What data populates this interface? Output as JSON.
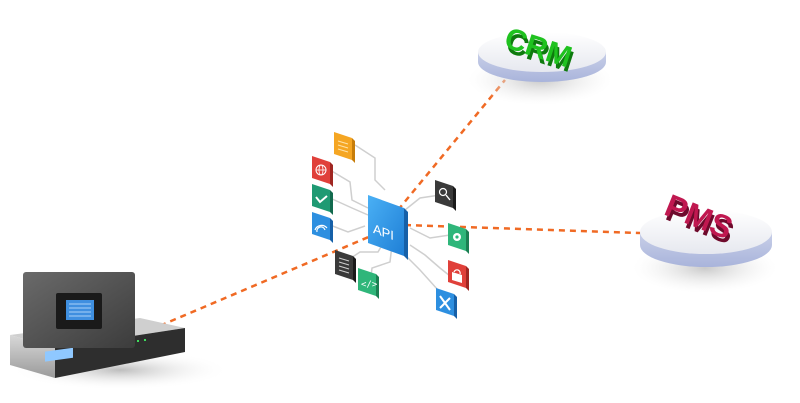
{
  "diagram": {
    "hub": {
      "label": "API",
      "color": "#2d8fe0"
    },
    "nodes": [
      {
        "id": "crm",
        "label": "CRM",
        "color": "#1fc21f",
        "shadow": "#0e7a0e"
      },
      {
        "id": "pms",
        "label": "PMS",
        "color": "#c01850",
        "shadow": "#6e0a2c"
      }
    ],
    "device": {
      "name": "IP PBX appliance"
    },
    "connector_color": "#f06a24",
    "icons": [
      {
        "name": "document-icon",
        "color": "#f5a623"
      },
      {
        "name": "globe-icon",
        "color": "#e0403a"
      },
      {
        "name": "check-icon",
        "color": "#1f9a73"
      },
      {
        "name": "wifi-icon",
        "color": "#2d8fe0"
      },
      {
        "name": "list-icon",
        "color": "#3a3a3a"
      },
      {
        "name": "code-icon",
        "color": "#2fb67a"
      },
      {
        "name": "search-icon",
        "color": "#3a3a3a"
      },
      {
        "name": "gear-icon",
        "color": "#2fb67a"
      },
      {
        "name": "lock-icon",
        "color": "#e0403a"
      },
      {
        "name": "tools-icon",
        "color": "#2d8fe0"
      }
    ]
  }
}
